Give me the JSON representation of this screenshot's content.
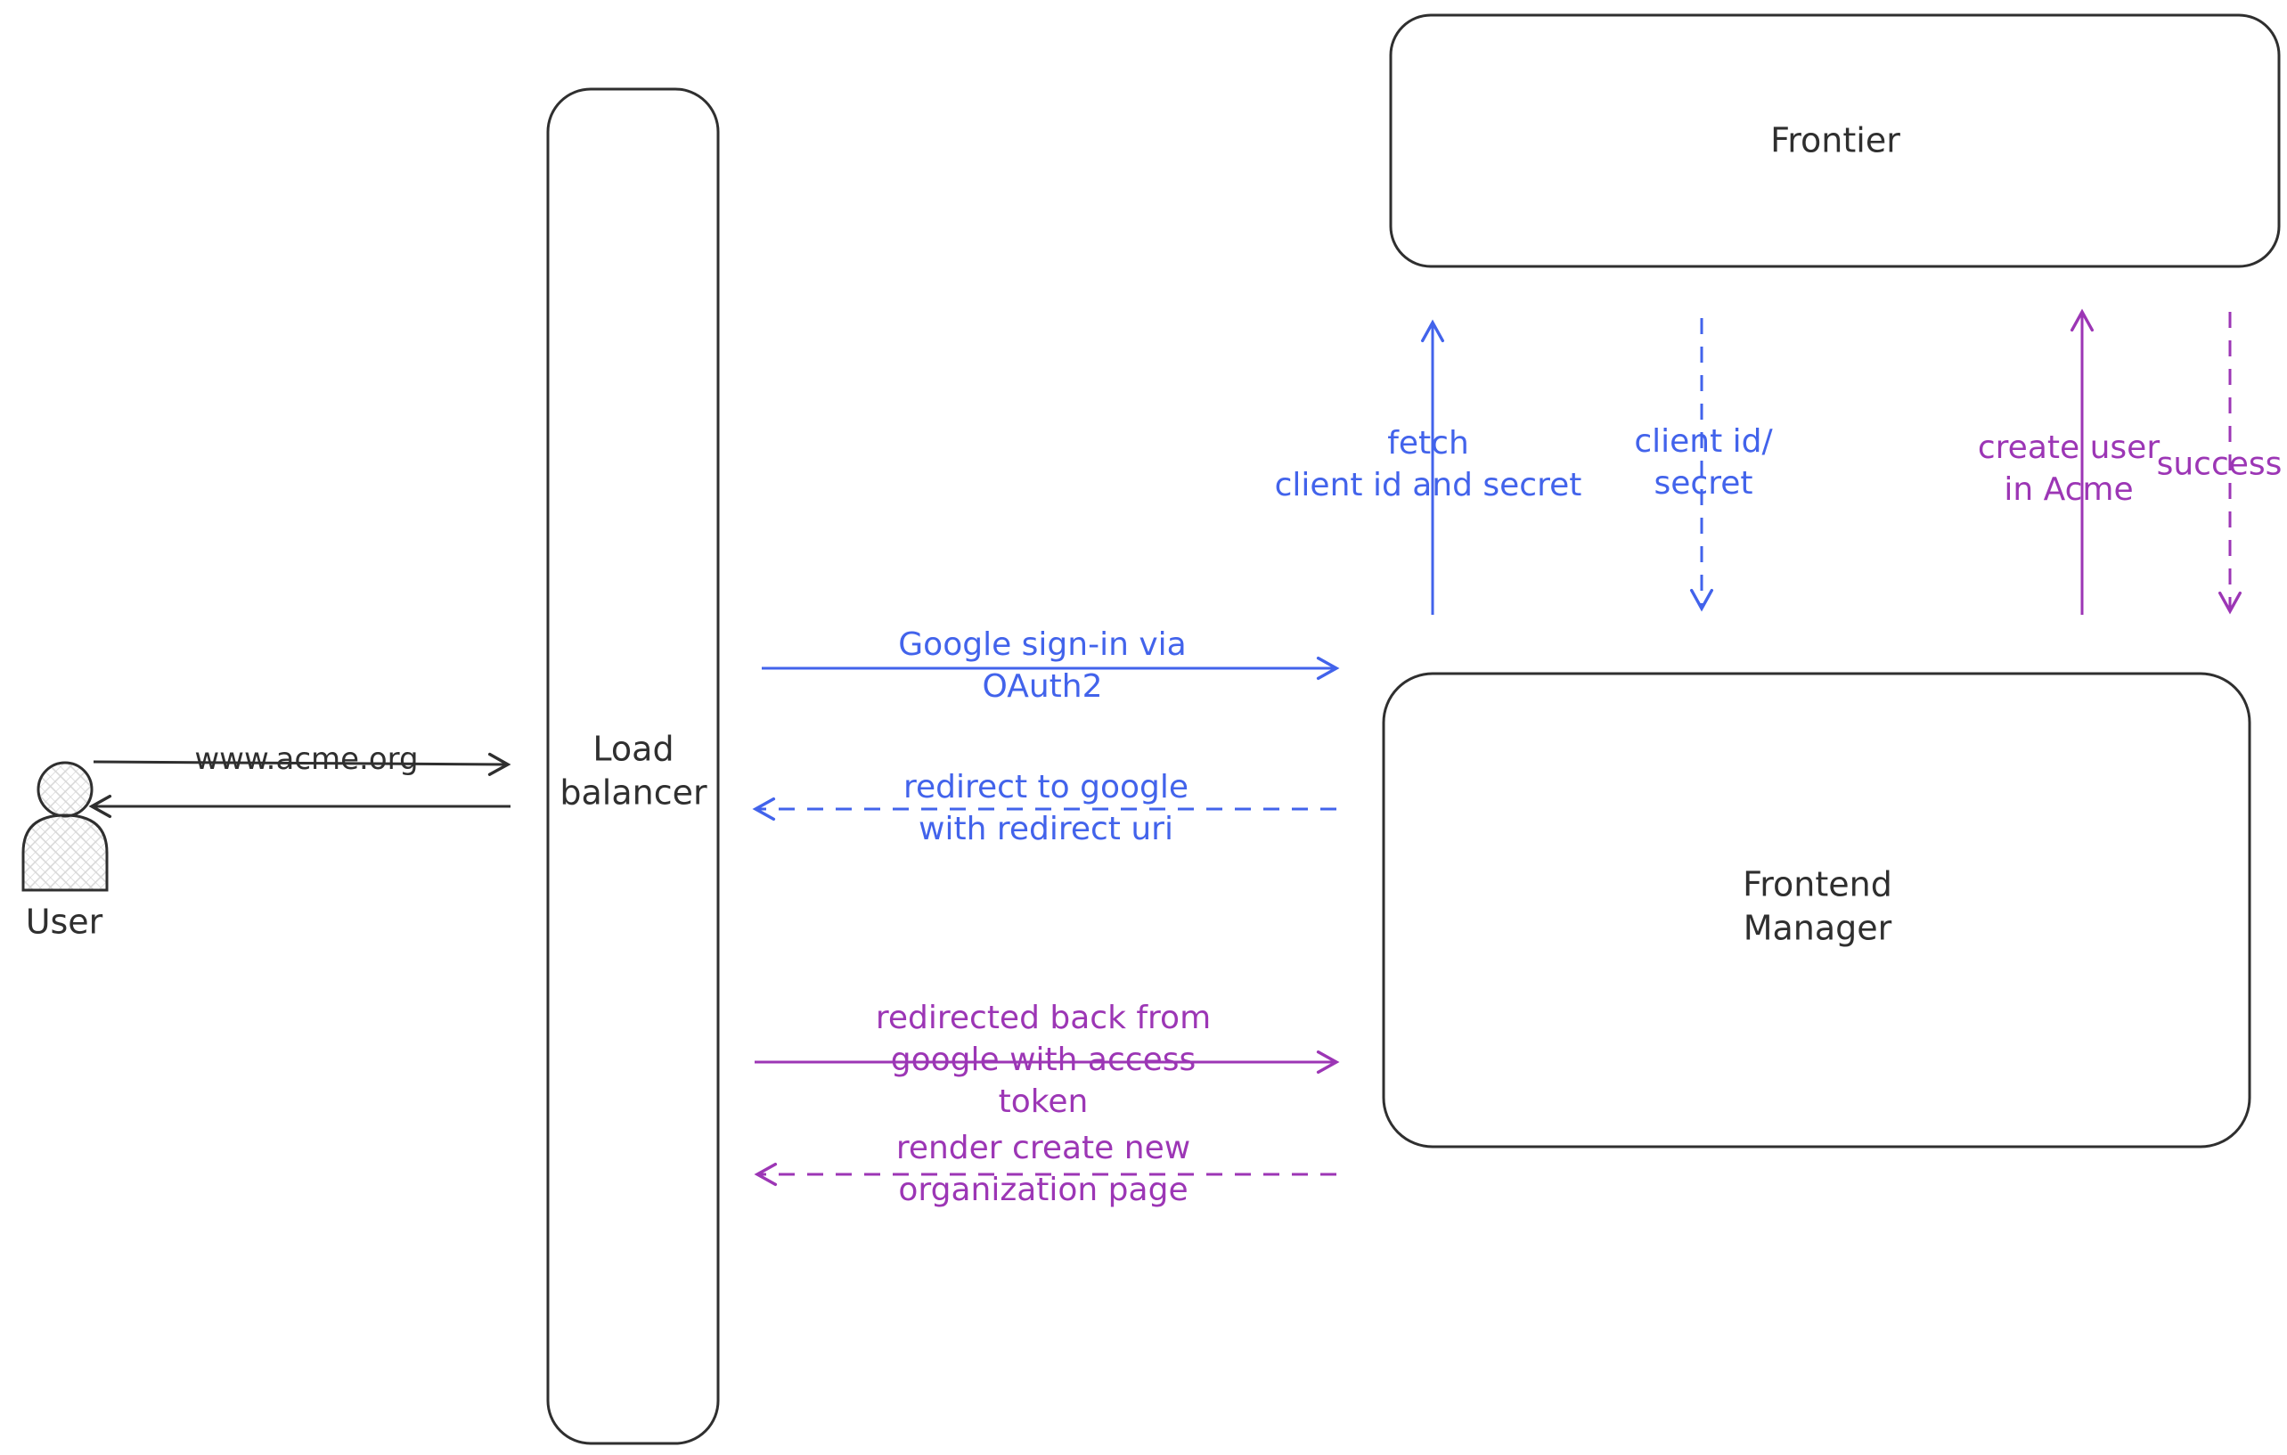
{
  "colors": {
    "ink": "#2f2f2f",
    "blue": "#4263eb",
    "purple": "#9c36b5"
  },
  "nodes": {
    "user": "User",
    "load_balancer": "Load\nbalancer",
    "frontier": "Frontier",
    "frontend_manager": "Frontend\nManager"
  },
  "arrows": {
    "www_acme": "www.acme.org",
    "google_signin": "Google sign-in via\nOAuth2",
    "redirect_to_google": "redirect to google\nwith redirect uri",
    "fetch_client_id": "fetch\nclient id and secret",
    "client_id_secret": "client id/\nsecret",
    "create_user": "create user\nin Acme",
    "success": "success",
    "redirected_back": "redirected back from\ngoogle with access\ntoken",
    "render_create_org": "render create new\norganization page"
  }
}
